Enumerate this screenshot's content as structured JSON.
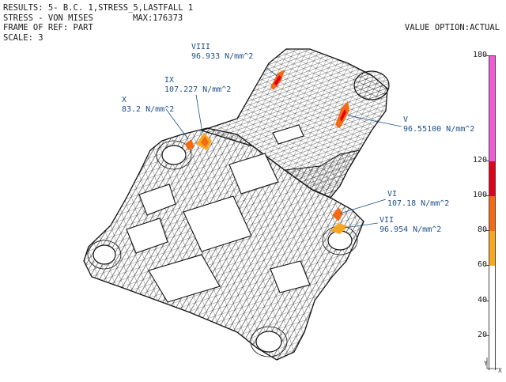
{
  "header": {
    "line1": "RESULTS: 5- B.C. 1,STRESS_5,LASTFALL 1",
    "line2": "STRESS - VON MISES",
    "max": "MAX:176373",
    "line3": "FRAME OF REF: PART",
    "line4": "SCALE: 3"
  },
  "value_option": "VALUE OPTION:ACTUAL",
  "labels": [
    {
      "id": "VIII",
      "value": "96.933 N/mm^2"
    },
    {
      "id": "IX",
      "value": "107.227 N/mm^2"
    },
    {
      "id": "X",
      "value": "83.2 N/mm^2"
    },
    {
      "id": "V",
      "value": "96.55100 N/mm^2"
    },
    {
      "id": "VI",
      "value": "107.18 N/mm^2"
    },
    {
      "id": "VII",
      "value": "96.954 N/mm^2"
    }
  ],
  "legend": {
    "ticks": [
      "180",
      "120",
      "100",
      "80",
      "60",
      "40",
      "20"
    ],
    "bands": [
      {
        "from": 120,
        "to": 180,
        "color": "#f05ad8"
      },
      {
        "from": 100,
        "to": 120,
        "color": "#e3001b"
      },
      {
        "from": 80,
        "to": 100,
        "color": "#f46a12"
      },
      {
        "from": 60,
        "to": 80,
        "color": "#f7a81e"
      },
      {
        "from": 0,
        "to": 60,
        "color": "#ffffff"
      }
    ]
  },
  "axis": {
    "y": "Y",
    "x": "X"
  }
}
